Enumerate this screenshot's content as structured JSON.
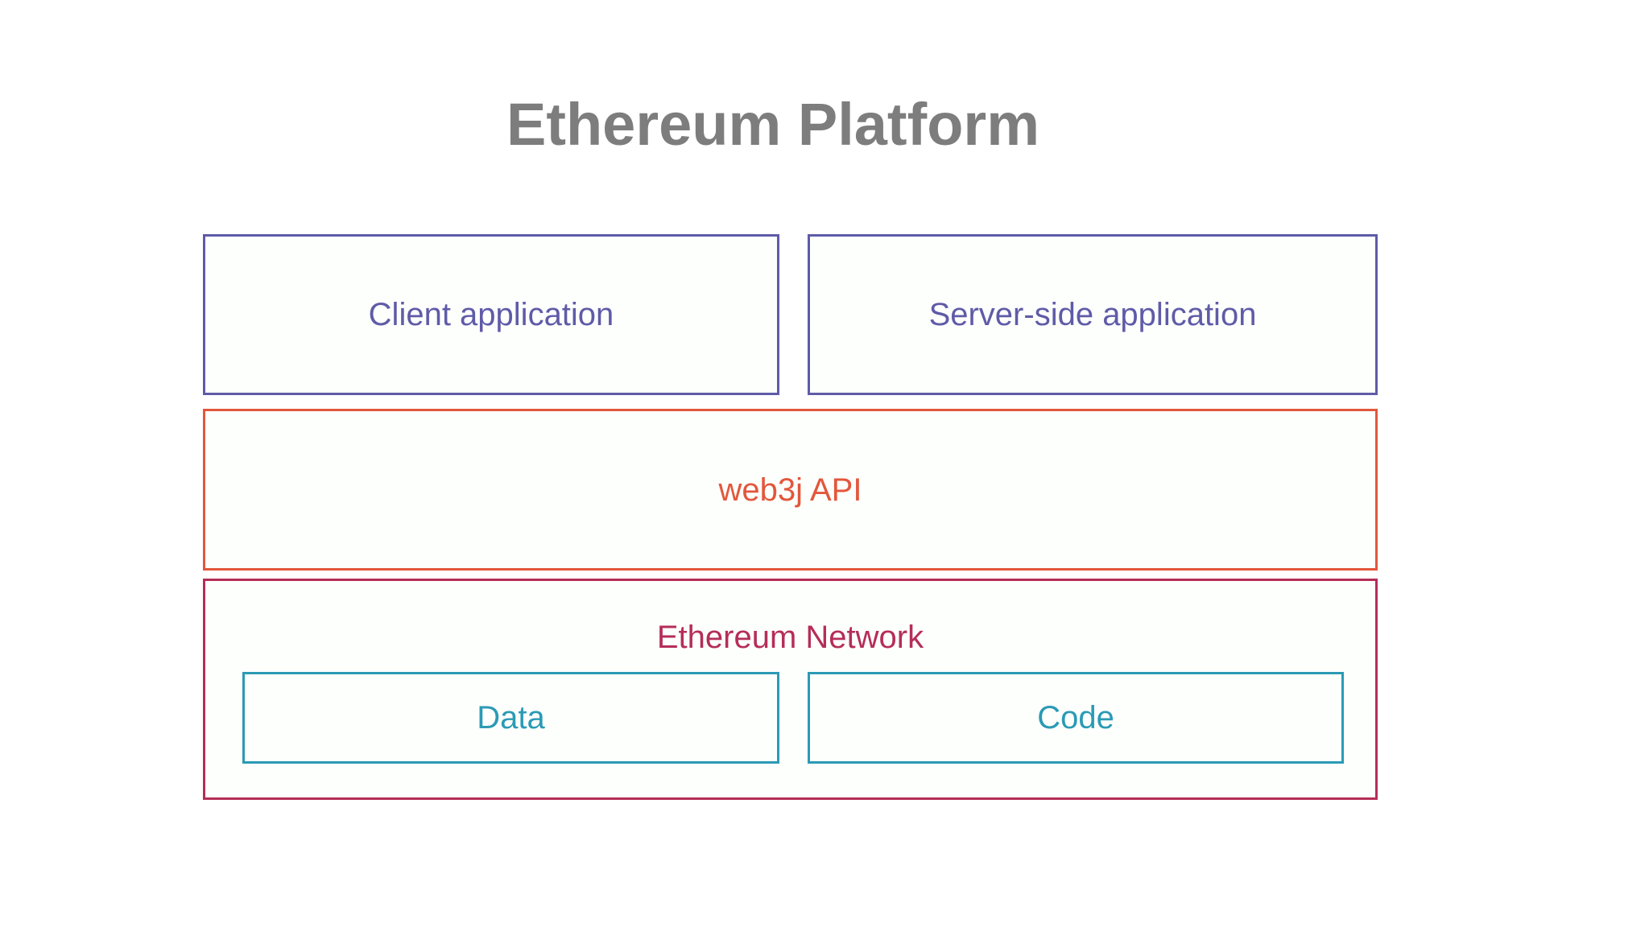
{
  "diagram": {
    "title": "Ethereum Platform",
    "title_color": "#7d7d7d",
    "background_color": "#ffffff",
    "layers": [
      {
        "name": "application-layer",
        "accent_color": "#5f5ba8",
        "boxes": [
          {
            "label": "Client application"
          },
          {
            "label": "Server-side application"
          }
        ]
      },
      {
        "name": "api-layer",
        "accent_color": "#e2573c",
        "boxes": [
          {
            "label": "web3j API"
          }
        ]
      },
      {
        "name": "network-layer",
        "accent_color": "#b52e57",
        "boxes": [
          {
            "label": "Ethereum Network"
          }
        ],
        "children_accent_color": "#2b9ab5",
        "children": [
          {
            "label": "Data"
          },
          {
            "label": "Code"
          }
        ]
      }
    ]
  }
}
